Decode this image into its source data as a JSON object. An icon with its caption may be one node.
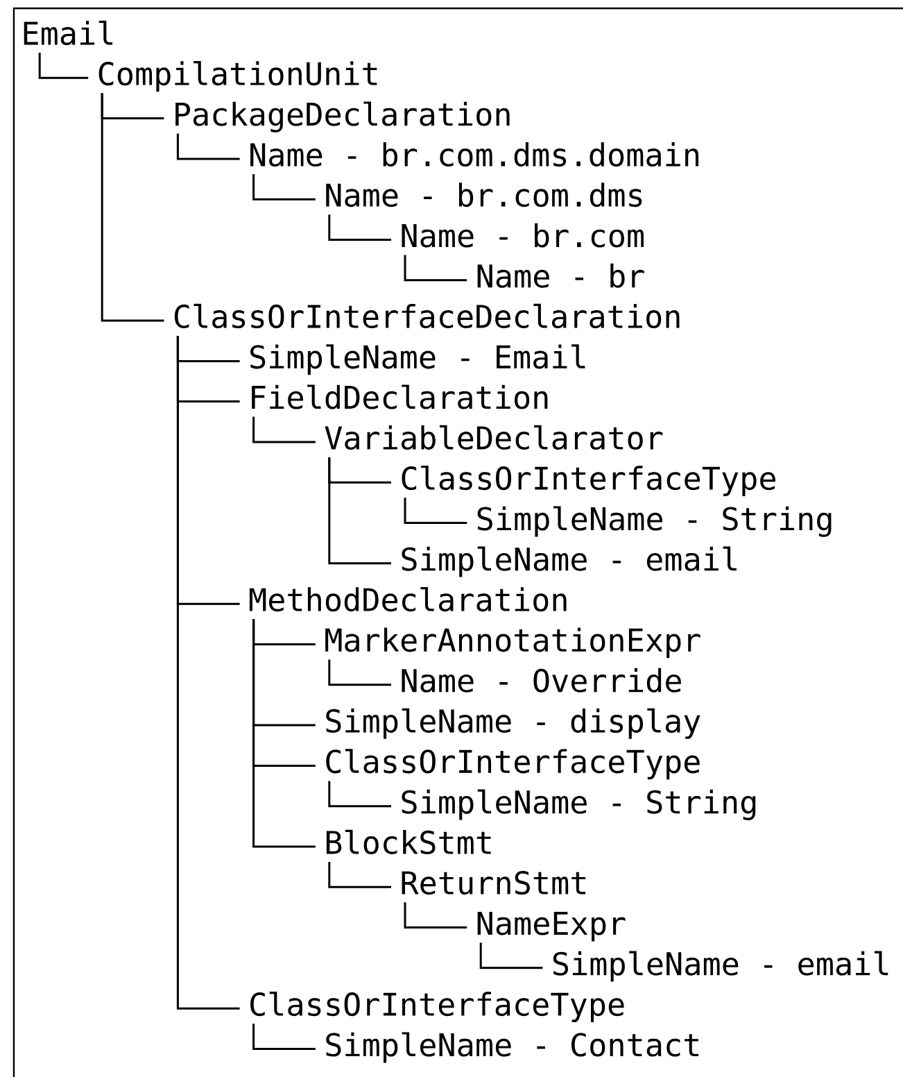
{
  "diagram": {
    "nodes": [
      {
        "text": [
          "Email"
        ]
      },
      {
        "text": [
          "CompilationUnit"
        ]
      },
      {
        "text": [
          "PackageDeclaration"
        ]
      },
      {
        "text": [
          "Name - br.com.dms.domain"
        ]
      },
      {
        "text": [
          "Name - br.com.dms"
        ]
      },
      {
        "text": [
          "Name - br.com"
        ]
      },
      {
        "text": [
          "Name - br"
        ]
      },
      {
        "text": [
          "ClassOrInterfaceDeclaration"
        ]
      },
      {
        "text": [
          "SimpleName - Email"
        ]
      },
      {
        "text": [
          "FieldDeclaration"
        ]
      },
      {
        "text": [
          "VariableDeclarator"
        ]
      },
      {
        "text": [
          "ClassOrInterfaceType"
        ]
      },
      {
        "text": [
          "SimpleName - String"
        ]
      },
      {
        "text": [
          "SimpleName - email"
        ]
      },
      {
        "text": [
          "MethodDeclaration"
        ]
      },
      {
        "text": [
          "MarkerAnnotationExpr"
        ]
      },
      {
        "text": [
          "Name - Override"
        ]
      },
      {
        "text": [
          "SimpleName - display"
        ]
      },
      {
        "text": [
          "ClassOrInterfaceType"
        ]
      },
      {
        "text": [
          "SimpleName - String"
        ]
      },
      {
        "text": [
          "BlockStmt"
        ]
      },
      {
        "text": [
          "ReturnStmt"
        ]
      },
      {
        "text": [
          "NameExpr"
        ]
      },
      {
        "text": [
          "SimpleName - email"
        ]
      },
      {
        "text": [
          "ClassOrInterfaceType"
        ]
      },
      {
        "text": [
          "SimpleName - Contact"
        ]
      }
    ],
    "edges": [
      {
        "from": 0,
        "to": 1,
        "arrow": "none"
      },
      {
        "from": 1,
        "to": 2,
        "arrow": "none"
      },
      {
        "from": 2,
        "to": 3,
        "arrow": "none"
      },
      {
        "from": 3,
        "to": 4,
        "arrow": "none"
      },
      {
        "from": 4,
        "to": 5,
        "arrow": "none"
      },
      {
        "from": 5,
        "to": 6,
        "arrow": "none"
      },
      {
        "from": 1,
        "to": 7,
        "arrow": "none"
      },
      {
        "from": 7,
        "to": 8,
        "arrow": "none"
      },
      {
        "from": 7,
        "to": 9,
        "arrow": "none"
      },
      {
        "from": 9,
        "to": 10,
        "arrow": "none"
      },
      {
        "from": 10,
        "to": 11,
        "arrow": "none"
      },
      {
        "from": 11,
        "to": 12,
        "arrow": "none"
      },
      {
        "from": 10,
        "to": 13,
        "arrow": "none"
      },
      {
        "from": 7,
        "to": 14,
        "arrow": "none"
      },
      {
        "from": 14,
        "to": 15,
        "arrow": "none"
      },
      {
        "from": 15,
        "to": 16,
        "arrow": "none"
      },
      {
        "from": 14,
        "to": 17,
        "arrow": "none"
      },
      {
        "from": 14,
        "to": 18,
        "arrow": "none"
      },
      {
        "from": 18,
        "to": 19,
        "arrow": "none"
      },
      {
        "from": 14,
        "to": 20,
        "arrow": "none"
      },
      {
        "from": 20,
        "to": 21,
        "arrow": "none"
      },
      {
        "from": 21,
        "to": 22,
        "arrow": "none"
      },
      {
        "from": 22,
        "to": 23,
        "arrow": "none"
      },
      {
        "from": 7,
        "to": 24,
        "arrow": "none"
      },
      {
        "from": 24,
        "to": 25,
        "arrow": "none"
      }
    ]
  }
}
